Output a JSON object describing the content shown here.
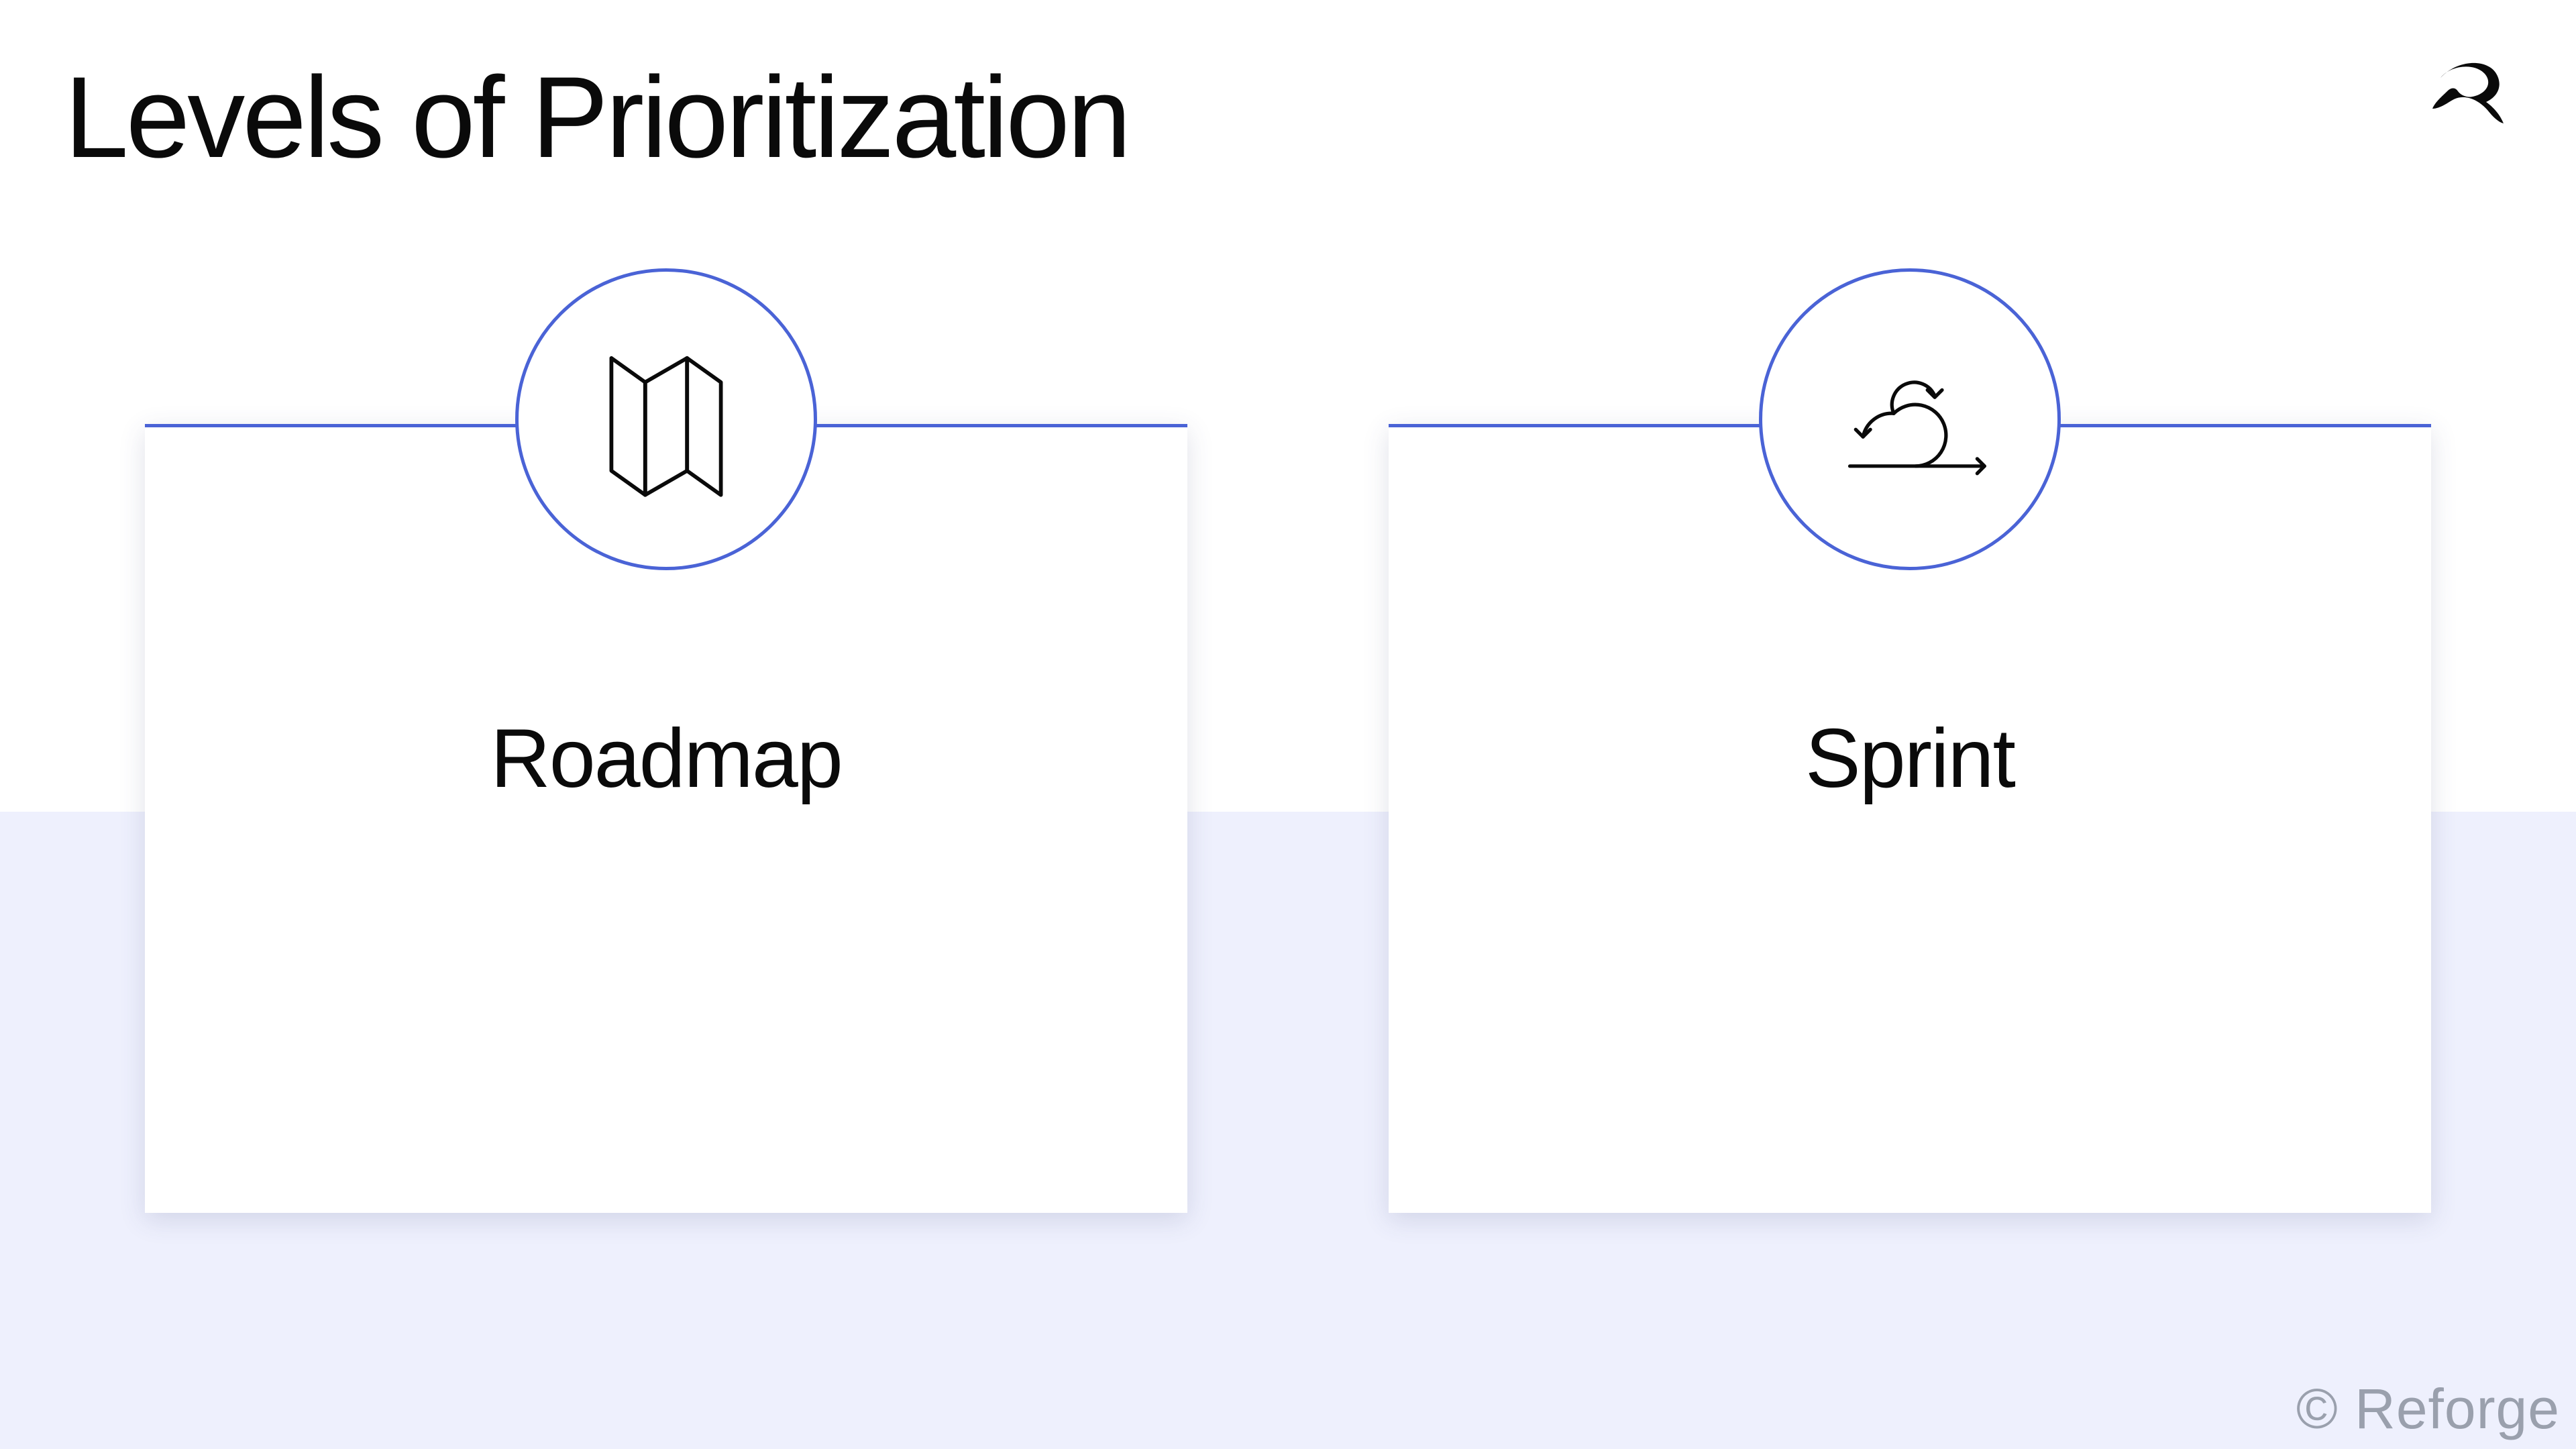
{
  "slide": {
    "title": "Levels of Prioritization"
  },
  "logo": {
    "icon": "reforge-logo-icon"
  },
  "cards": [
    {
      "label": "Roadmap",
      "icon": "folded-map-icon"
    },
    {
      "label": "Sprint",
      "icon": "sprint-loop-arrow-icon"
    }
  ],
  "footer": {
    "copyright": "© Reforge"
  },
  "colors": {
    "accent": "#4a63d6",
    "band": "#eef0fd",
    "text": "#0a0a0a",
    "muted": "#9aa0ad"
  }
}
